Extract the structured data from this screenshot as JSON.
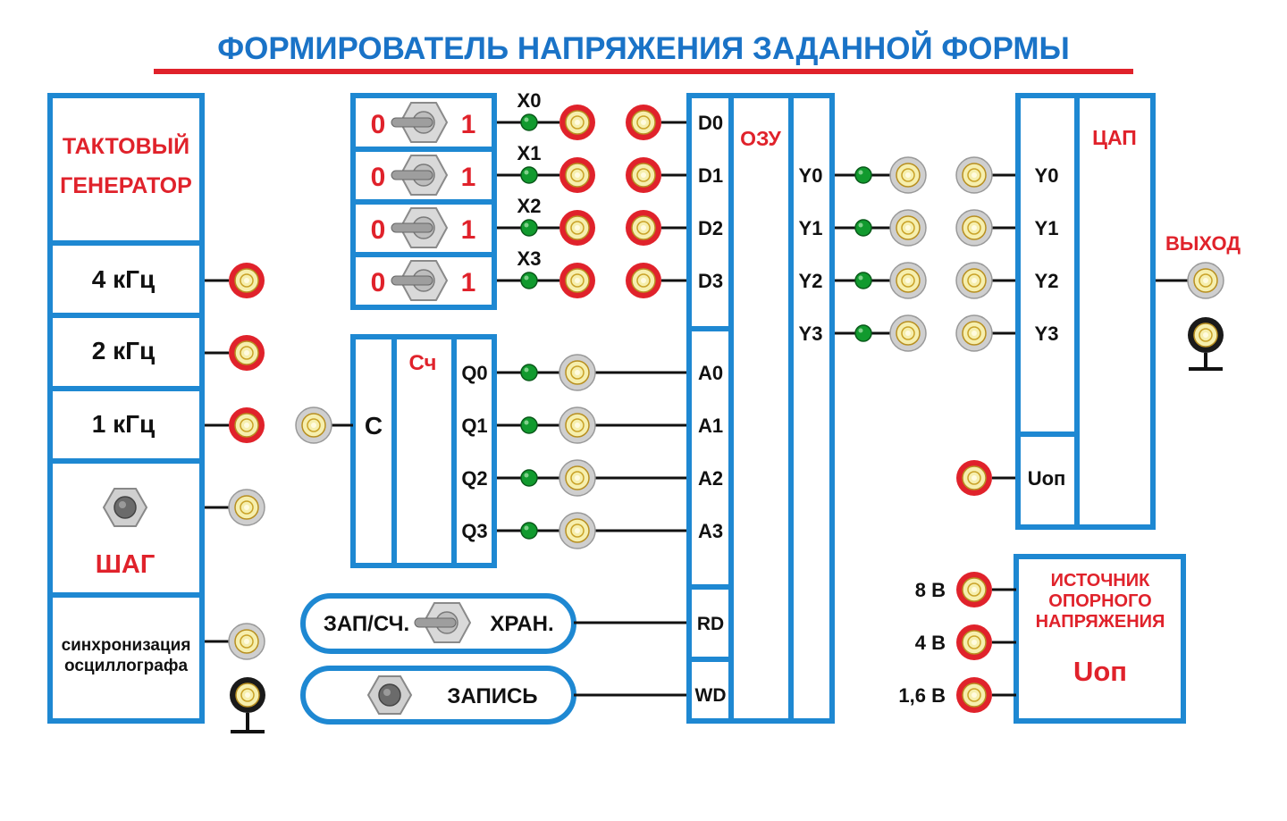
{
  "title": "ФОРМИРОВАТЕЛЬ НАПРЯЖЕНИЯ ЗАДАННОЙ ФОРМЫ",
  "colors": {
    "blue": "#1e88d2",
    "title_blue": "#1a73c7",
    "red": "#e0222b",
    "line": "#111111",
    "led_green": "#119a2e",
    "jack_yellow": "#f6efae"
  },
  "generator": {
    "label_line1": "ТАКТОВЫЙ",
    "label_line2": "ГЕНЕРАТОР",
    "freq_4": "4 кГц",
    "freq_2": "2 кГц",
    "freq_1": "1 кГц",
    "step_label": "ШАГ",
    "sync_line1": "синхронизация",
    "sync_line2": "осциллографа"
  },
  "switches": {
    "zero": "0",
    "one": "1",
    "x_labels": [
      "X0",
      "X1",
      "X2",
      "X3"
    ]
  },
  "counter": {
    "label": "Сч",
    "clock_label": "С",
    "outputs": [
      "Q0",
      "Q1",
      "Q2",
      "Q3"
    ]
  },
  "mode_switch": {
    "left": "ЗАП/СЧ.",
    "right": "ХРАН."
  },
  "write_button": {
    "label": "ЗАПИСЬ"
  },
  "ram": {
    "label": "ОЗУ",
    "data_inputs": [
      "D0",
      "D1",
      "D2",
      "D3"
    ],
    "address_inputs": [
      "A0",
      "A1",
      "A2",
      "A3"
    ],
    "rd": "RD",
    "wd": "WD",
    "outputs": [
      "Y0",
      "Y1",
      "Y2",
      "Y3"
    ]
  },
  "dac": {
    "label": "ЦАП",
    "inputs": [
      "Y0",
      "Y1",
      "Y2",
      "Y3"
    ],
    "ref_input": "Uоп",
    "output_label": "ВЫХОД"
  },
  "reference": {
    "line1": "ИСТОЧНИК",
    "line2": "ОПОРНОГО",
    "line3": "НАПРЯЖЕНИЯ",
    "symbol": "Uоп",
    "voltages": [
      "8 В",
      "4 В",
      "1,6 В"
    ]
  }
}
